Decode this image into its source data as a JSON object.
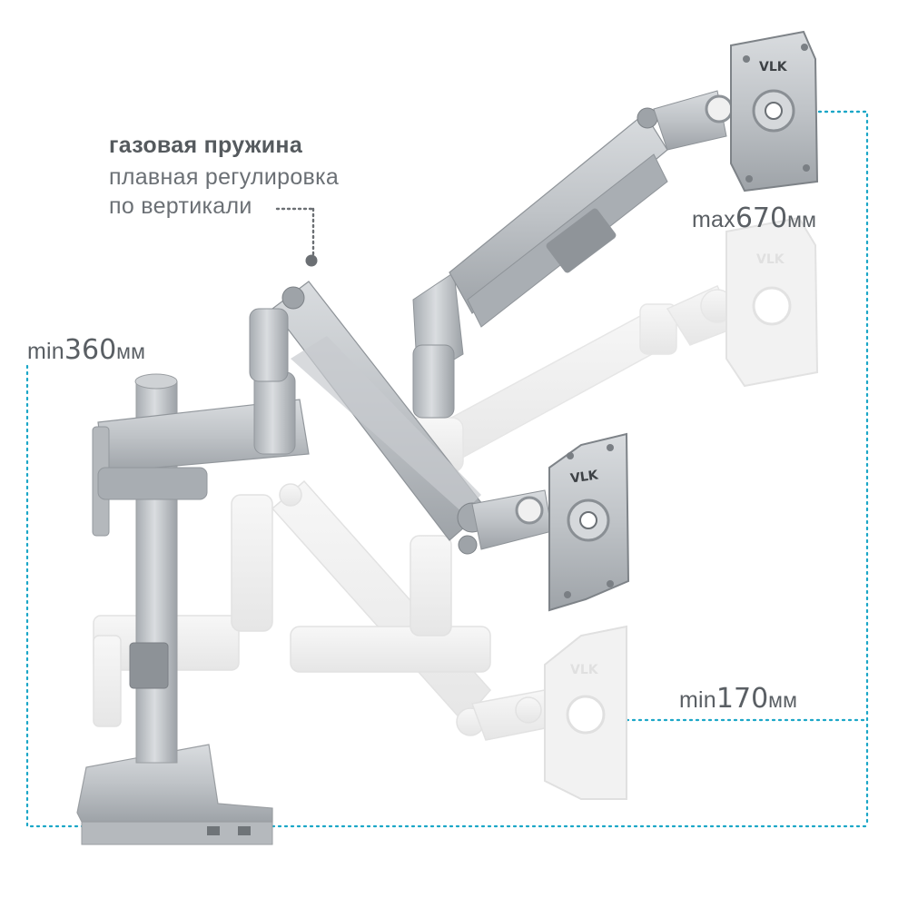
{
  "feature": {
    "title": "газовая пружина",
    "line1": "плавная регулировка",
    "line2": "по вертикали"
  },
  "dimensions": {
    "max": {
      "prefix": "max",
      "value": "670",
      "unit": "мм"
    },
    "min_height": {
      "prefix": "min",
      "value": "360",
      "unit": "мм"
    },
    "min_low": {
      "prefix": "min",
      "value": "170",
      "unit": "мм"
    }
  },
  "logos": {
    "brand_text": "VLK"
  },
  "colors": {
    "dim_line": "#1aa6c7",
    "leader_dots": "#6b6f73",
    "arm_silver": "#bcc0c4",
    "arm_ghost": "#eeeeee",
    "text_dark": "#555a5e"
  }
}
